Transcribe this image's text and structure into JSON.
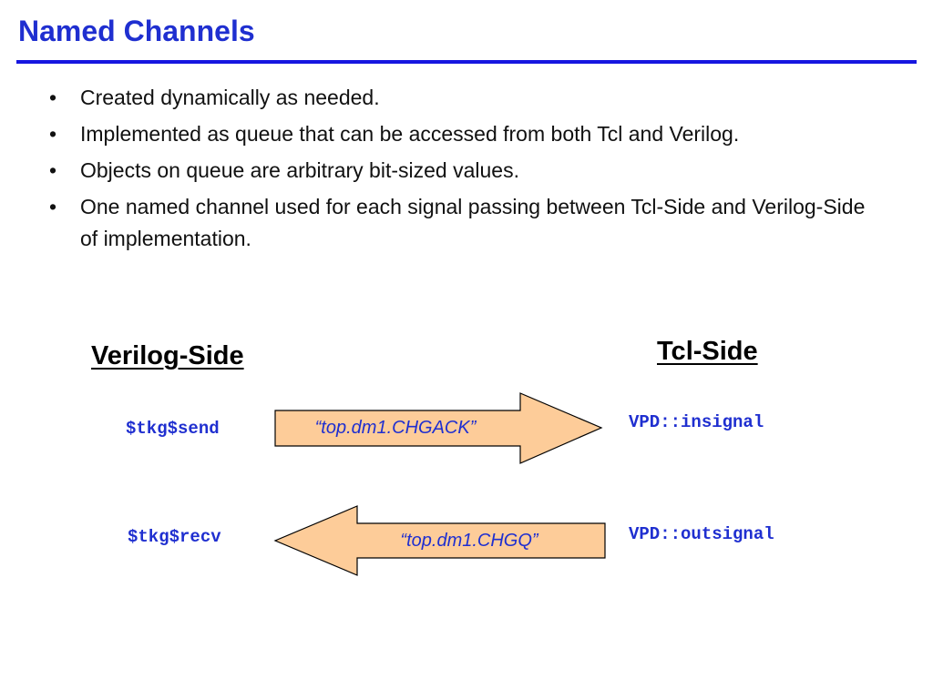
{
  "slide": {
    "title": "Named Channels"
  },
  "bullets": [
    {
      "marker": "•",
      "text": "Created dynamically as needed."
    },
    {
      "marker": "•",
      "text": "Implemented as queue that can be accessed from both Tcl and Verilog."
    },
    {
      "marker": "•",
      "text": "Objects on queue are arbitrary bit-sized values."
    },
    {
      "marker": "•",
      "text": "One named channel used for each signal passing between Tcl-Side and Verilog-Side of implementation."
    }
  ],
  "diagram": {
    "verilog_side_label": "Verilog-Side",
    "tcl_side_label": "Tcl-Side",
    "rows": [
      {
        "verilog_name": "$tkg$send",
        "channel_name": "“top.dm1.CHGACK”",
        "tcl_name": "VPD::insignal",
        "direction": "verilog-to-tcl"
      },
      {
        "verilog_name": "$tkg$recv",
        "channel_name": "“top.dm1.CHGQ”",
        "tcl_name": "VPD::outsignal",
        "direction": "tcl-to-verilog"
      }
    ]
  },
  "colors": {
    "title": "#1f2fd0",
    "rule": "#1616e0",
    "code": "#1f2fd0",
    "arrow_fill": "#fdcc99",
    "arrow_stroke": "#000000"
  }
}
